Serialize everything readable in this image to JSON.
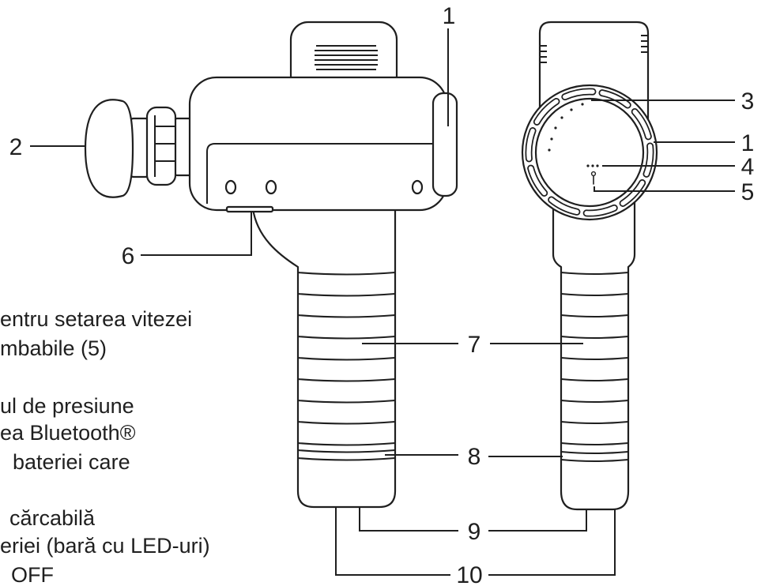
{
  "callouts": [
    "1",
    "1",
    "2",
    "3",
    "4",
    "5",
    "6",
    "7",
    "8",
    "9",
    "10"
  ],
  "legend_lines": [
    "entru setarea vitezei",
    "mbabile (5)",
    "ul de presiune",
    "ea Bluetooth®",
    "bateriei care",
    "cărcabilă",
    "eriei (bară cu LED-uri)",
    "OFF"
  ],
  "colors": {
    "ink": "#1f1f1f",
    "background": "#ffffff"
  }
}
